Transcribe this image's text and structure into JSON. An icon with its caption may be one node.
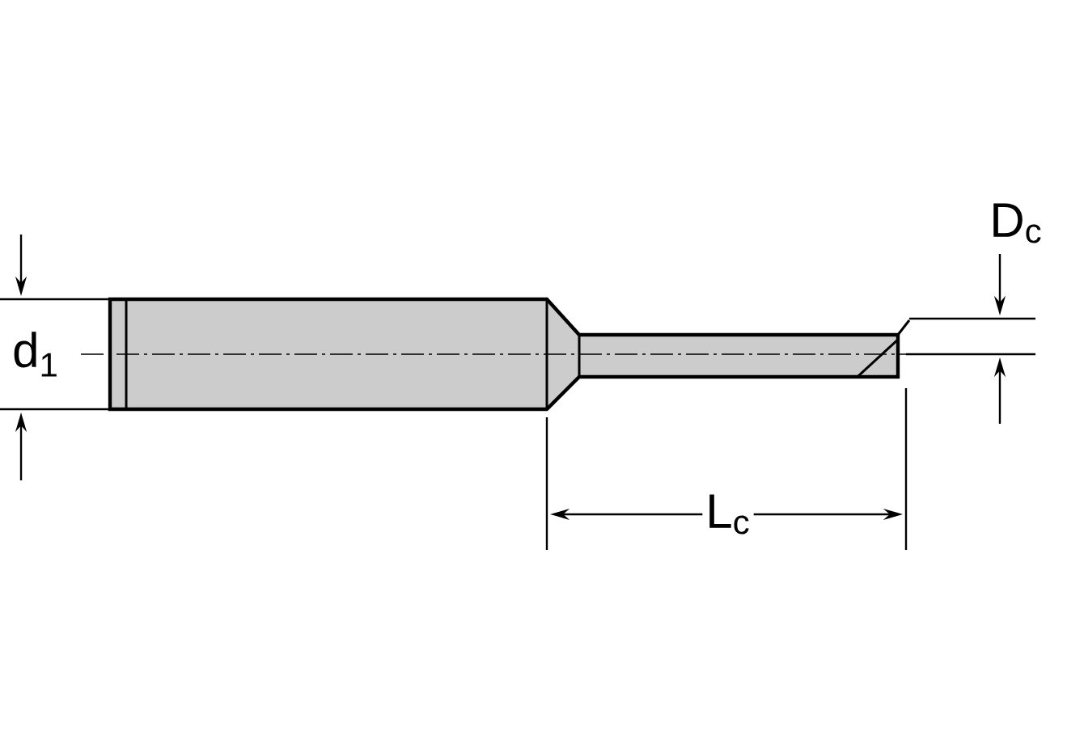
{
  "diagram": {
    "labels": [
      "D$_{c}$",
      "d$_{1}$",
      "L$_{c}$"
    ]
  }
}
